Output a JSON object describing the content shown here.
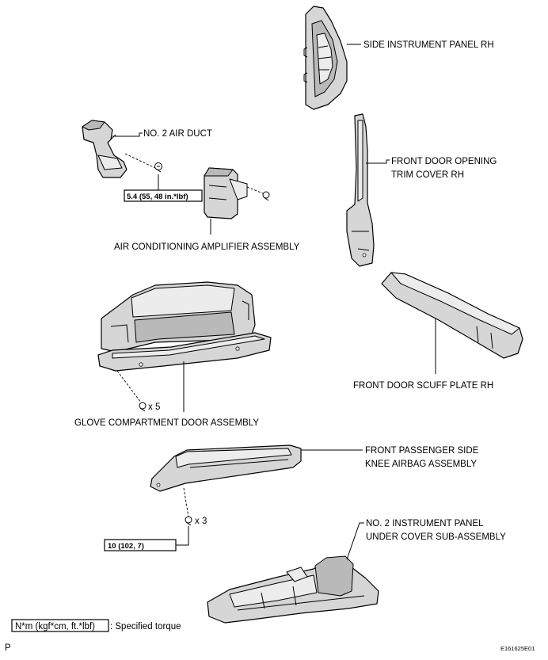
{
  "labels": {
    "side_instrument_panel": "SIDE INSTRUMENT PANEL RH",
    "air_duct": "NO. 2 AIR DUCT",
    "front_door_opening_trim_line1": "FRONT DOOR OPENING",
    "front_door_opening_trim_line2": "TRIM COVER RH",
    "air_conditioning_amplifier": "AIR CONDITIONING AMPLIFIER ASSEMBLY",
    "front_door_scuff_plate": "FRONT DOOR SCUFF PLATE RH",
    "glove_compartment": "GLOVE COMPARTMENT DOOR ASSEMBLY",
    "knee_airbag_line1": "FRONT PASSENGER SIDE",
    "knee_airbag_line2": "KNEE AIRBAG ASSEMBLY",
    "under_cover_line1": "NO. 2 INSTRUMENT PANEL",
    "under_cover_line2": "UNDER COVER SUB-ASSEMBLY"
  },
  "torque": {
    "air_duct_screw": "5.4 (55, 48 in.*lbf)",
    "knee_airbag_bolt": "10 (102, 7)"
  },
  "quantities": {
    "glove_screws": "x 5",
    "knee_airbag_bolts": "x 3"
  },
  "legend": {
    "unit_box": "N*m (kgf*cm, ft.*lbf)",
    "text": ": Specified torque"
  },
  "corner": {
    "left": "P",
    "code": "E161625E01"
  }
}
